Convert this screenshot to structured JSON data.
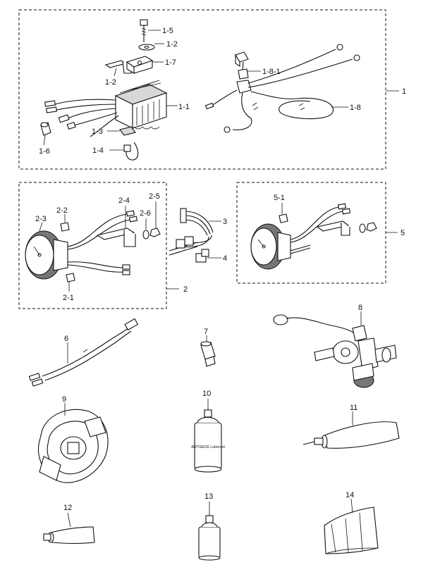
{
  "callouts": {
    "c1": "1",
    "c1_1": "1-1",
    "c1_2a": "1-2",
    "c1_2b": "1-2",
    "c1_3": "1-3",
    "c1_4": "1-4",
    "c1_5": "1-5",
    "c1_6": "1-6",
    "c1_7": "1-7",
    "c1_8": "1-8",
    "c1_8_1": "1-8-1",
    "c2": "2",
    "c2_1": "2-1",
    "c2_2": "2-2",
    "c2_3": "2-3",
    "c2_4": "2-4",
    "c2_5": "2-5",
    "c2_6": "2-6",
    "c3": "3",
    "c4": "4",
    "c5": "5",
    "c5_1": "5-1",
    "c6": "6",
    "c7": "7",
    "c8": "8",
    "c9": "9",
    "c10": "10",
    "c11": "11",
    "c12": "12",
    "c13": "13",
    "c14": "14"
  },
  "can_label": "ANTISEIZE Lubricant"
}
